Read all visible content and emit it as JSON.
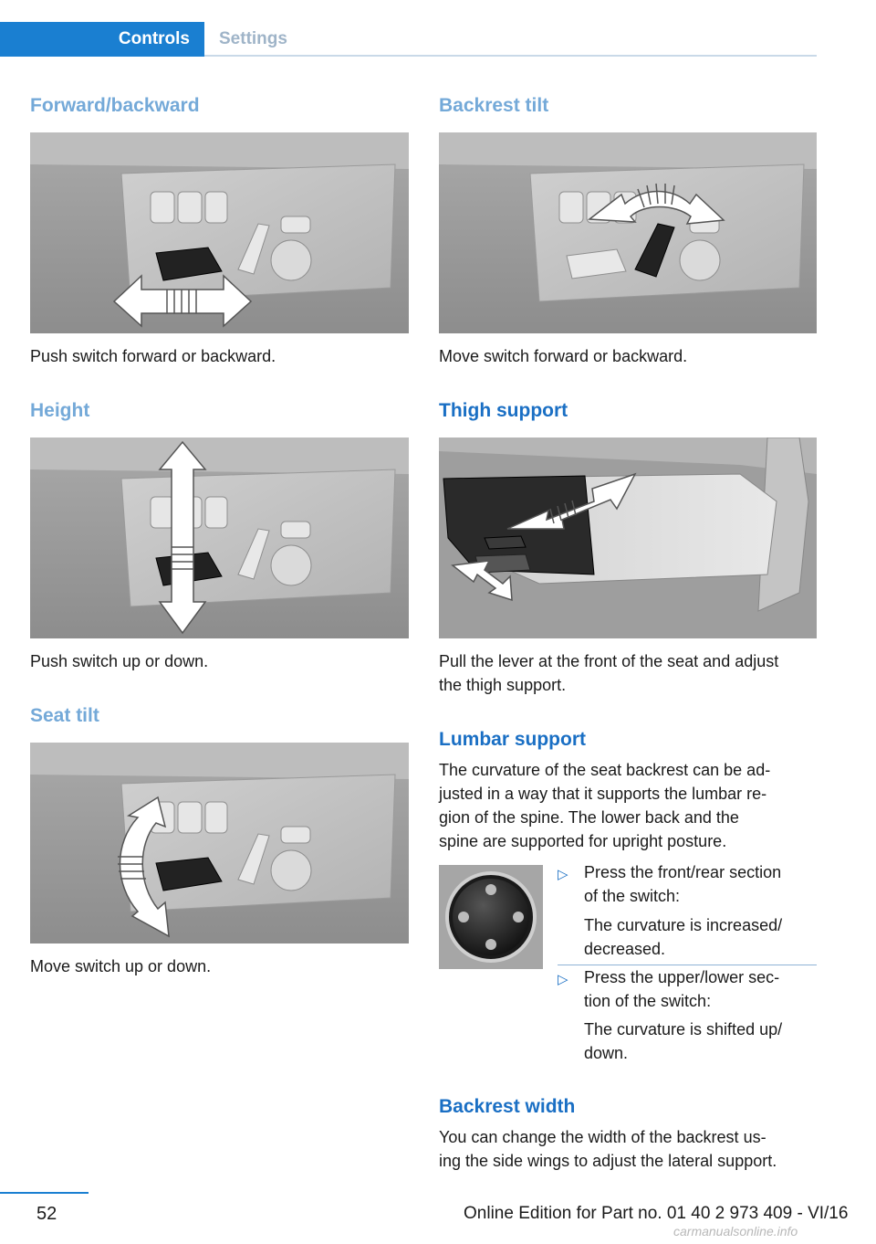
{
  "header": {
    "tab_active": "Controls",
    "tab_inactive": "Settings"
  },
  "left": {
    "s1": {
      "title": "Forward/backward",
      "caption": "Push switch forward or backward."
    },
    "s2": {
      "title": "Height",
      "caption": "Push switch up or down."
    },
    "s3": {
      "title": "Seat tilt",
      "caption": "Move switch up or down."
    }
  },
  "right": {
    "s1": {
      "title": "Backrest tilt",
      "caption": "Move switch forward or backward."
    },
    "s2": {
      "title": "Thigh support",
      "caption_l1": "Pull the lever at the front of the seat and adjust",
      "caption_l2": "the thigh support."
    },
    "s3": {
      "title": "Lumbar support",
      "body": [
        "The curvature of the seat backrest can be ad-",
        "justed in a way that it supports the lumbar re-",
        "gion of the spine. The lower back and the",
        "spine are supported for upright posture."
      ],
      "bullets": [
        {
          "l1": "Press the front/rear section",
          "l2": "of the switch:",
          "sub1": "The curvature is increased/",
          "sub2": "decreased."
        },
        {
          "l1": "Press the upper/lower sec-",
          "l2": "tion of the switch:",
          "sub1": "The curvature is shifted up/",
          "sub2": "down."
        }
      ]
    },
    "s4": {
      "title": "Backrest width",
      "body": [
        "You can change the width of the backrest us-",
        "ing the side wings to adjust the lateral support."
      ]
    }
  },
  "bullet_glyph": "▷",
  "footer": {
    "page_number": "52",
    "edition": "Online Edition for Part no. 01 40 2 973 409 - VI/16",
    "watermark": "carmanualsonline.info"
  }
}
